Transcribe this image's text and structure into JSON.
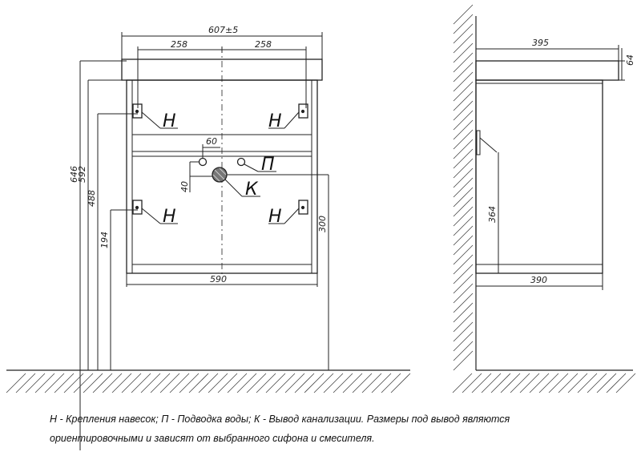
{
  "front_view": {
    "dims": {
      "overall_width": "607±5",
      "hole_spacing_left": "258",
      "hole_spacing_right": "258",
      "height_total": "646",
      "height_592": "592",
      "height_488": "488",
      "height_194": "194",
      "pipe_offset": "60",
      "pipe_drop": "40",
      "drain_height": "300",
      "body_width": "590"
    },
    "labels": {
      "mount_tl": "Н",
      "mount_tr": "Н",
      "mount_bl": "Н",
      "mount_br": "Н",
      "water": "П",
      "drain": "К"
    }
  },
  "side_view": {
    "dims": {
      "top_depth": "395",
      "top_thickness": "64",
      "door_height": "364",
      "bottom_depth": "390"
    }
  },
  "caption": {
    "line1": "Н - Крепления навесок; П - Подводка воды; К - Вывод канализации. Размеры под вывод являются",
    "line2": "ориентировочными и зависят от выбранного сифона и смесителя."
  }
}
